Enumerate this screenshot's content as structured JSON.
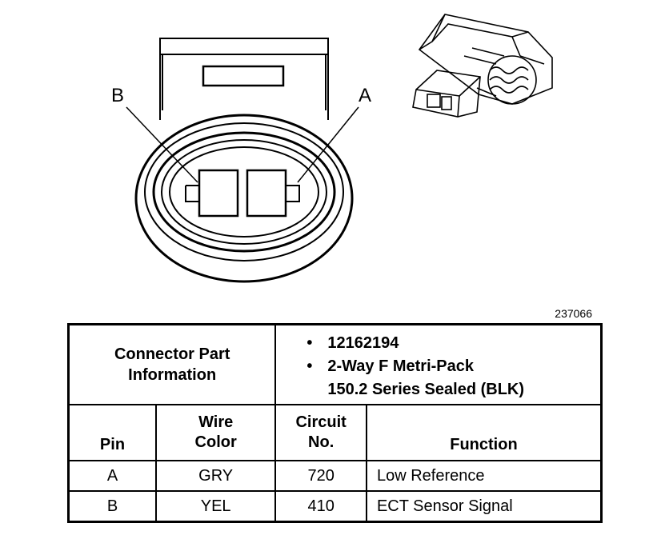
{
  "figure_number": "237066",
  "pin_labels": {
    "a": "A",
    "b": "B"
  },
  "connector_info": {
    "label": "Connector Part\nInformation",
    "items": [
      "12162194",
      "2-Way F Metri-Pack\n150.2 Series Sealed (BLK)"
    ]
  },
  "table": {
    "headers": {
      "pin": "Pin",
      "wire_color": "Wire\nColor",
      "circuit_no": "Circuit\nNo.",
      "function": "Function"
    },
    "rows": [
      {
        "pin": "A",
        "wire_color": "GRY",
        "circuit_no": "720",
        "function": "Low Reference"
      },
      {
        "pin": "B",
        "wire_color": "YEL",
        "circuit_no": "410",
        "function": "ECT Sensor Signal"
      }
    ]
  }
}
